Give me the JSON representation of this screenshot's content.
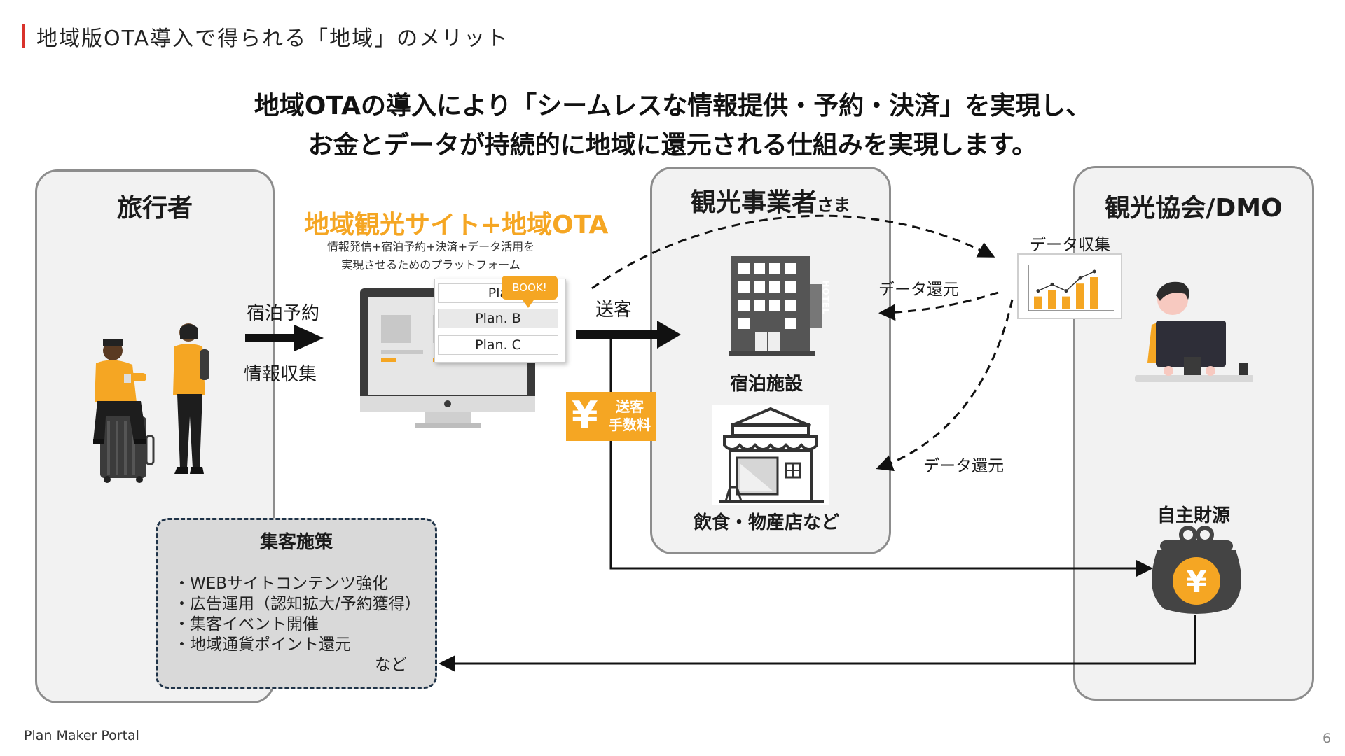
{
  "page": {
    "title": "地域版OTA導入で得られる「地域」のメリット",
    "headline_line1": "地域OTAの導入により「シームレスな情報提供・予約・決済」を実現し、",
    "headline_line2": "お金とデータが持続的に地域に還元される仕組みを実現します。",
    "footer_brand": "Plan Maker Portal",
    "page_number": "6"
  },
  "travelers": {
    "title": "旅行者"
  },
  "ota": {
    "title": "地域観光サイト+地域OTA",
    "subtitle_line1": "情報発信+宿泊予約+決済+データ活用を",
    "subtitle_line2": "実現させるためのプラットフォーム",
    "plans": [
      "Pla",
      "Plan. B",
      "Plan. C"
    ],
    "book_label": "BOOK!"
  },
  "flows": {
    "booking": "宿泊予約",
    "info": "情報収集",
    "send_customers": "送客",
    "fee_line1": "送客",
    "fee_line2": "手数料",
    "yen_symbol": "¥",
    "data_collect": "データ収集",
    "data_return_upper": "データ還元",
    "data_return_lower": "データ還元"
  },
  "operators": {
    "title": "観光事業者",
    "title_suffix": "さま",
    "lodging": "宿泊施設",
    "hotel_sign": "HOTEL",
    "shops": "飲食・物産店など"
  },
  "dmo": {
    "title": "観光協会/DMO",
    "own_revenue": "自主財源",
    "yen_symbol": "¥"
  },
  "measures": {
    "title": "集客施策",
    "items": [
      "・WEBサイトコンテンツ強化",
      "・広告運用（認知拡大/予約獲得）",
      "・集客イベント開催",
      "・地域通貨ポイント還元"
    ],
    "etc": "など"
  },
  "chart_icon": {
    "values": [
      2,
      3,
      2,
      4,
      5
    ]
  },
  "colors": {
    "accent": "#f5a623",
    "title_bar": "#d9322b",
    "navy": "#1f3348"
  }
}
